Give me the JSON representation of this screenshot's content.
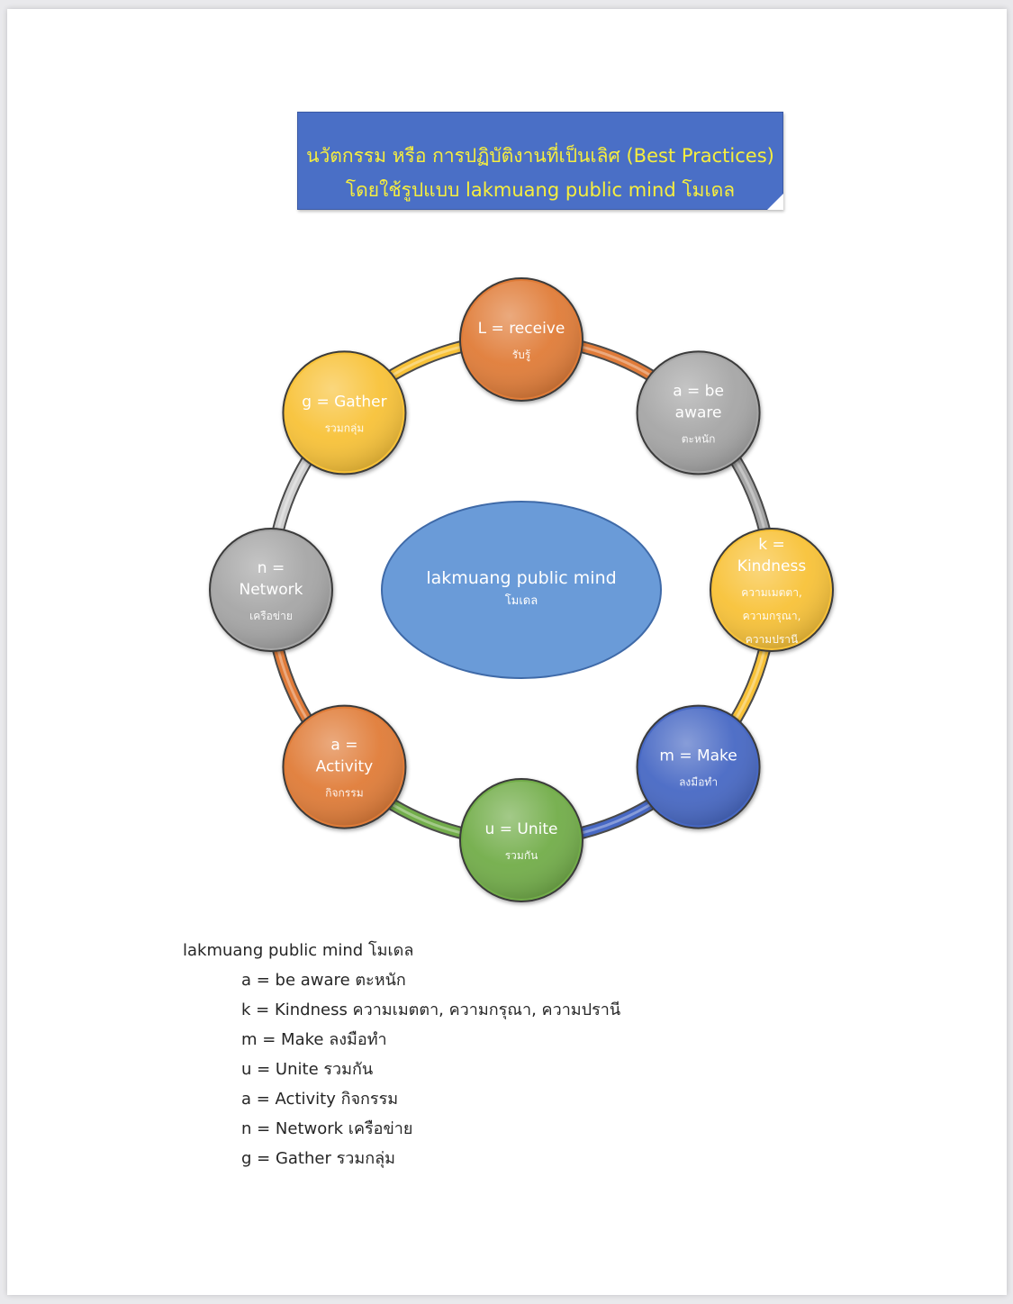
{
  "banner": {
    "line1": "นวัตกรรม หรือ การปฏิบัติงานที่เป็นเลิศ (Best Practices)",
    "line2": "โดยใช้รูปแบบ  lakmuang public mind โมเดล"
  },
  "center": {
    "title": "lakmuang public mind",
    "subtitle": "โมเดล",
    "color": "#6a9bd8"
  },
  "nodes": [
    {
      "id": "receive",
      "title_lines": [
        "L = receive"
      ],
      "sub_lines": [
        "รับรู้"
      ],
      "color": "#e07b39"
    },
    {
      "id": "aware",
      "title_lines": [
        "a = be",
        "aware"
      ],
      "sub_lines": [
        "ตะหนัก"
      ],
      "color": "#a6a6a6"
    },
    {
      "id": "kindness",
      "title_lines": [
        "k =",
        "Kindness"
      ],
      "sub_lines": [
        "ความเมตตา,",
        "ความกรุณา,",
        "ความปรานี"
      ],
      "color": "#f8c238"
    },
    {
      "id": "make",
      "title_lines": [
        "m = Make"
      ],
      "sub_lines": [
        "ลงมือทำ"
      ],
      "color": "#4768c4"
    },
    {
      "id": "unite",
      "title_lines": [
        "u = Unite"
      ],
      "sub_lines": [
        "รวมกัน"
      ],
      "color": "#72ad4a"
    },
    {
      "id": "activity",
      "title_lines": [
        "a =",
        "Activity"
      ],
      "sub_lines": [
        "กิจกรรม"
      ],
      "color": "#e07b39"
    },
    {
      "id": "network",
      "title_lines": [
        "n =",
        "Network"
      ],
      "sub_lines": [
        "เครือข่าย"
      ],
      "color": "#a6a6a6"
    },
    {
      "id": "gather",
      "title_lines": [
        "g = Gather"
      ],
      "sub_lines": [
        "รวมกลุ่ม"
      ],
      "color": "#f8c238"
    }
  ],
  "arcs": [
    {
      "from": "receive",
      "to": "aware",
      "color": "#e07b39"
    },
    {
      "from": "aware",
      "to": "kindness",
      "color": "#a6a6a6"
    },
    {
      "from": "kindness",
      "to": "make",
      "color": "#f8c238"
    },
    {
      "from": "make",
      "to": "unite",
      "color": "#4768c4"
    },
    {
      "from": "unite",
      "to": "activity",
      "color": "#72ad4a"
    },
    {
      "from": "activity",
      "to": "network",
      "color": "#e07b39"
    },
    {
      "from": "network",
      "to": "gather",
      "color": "#d0d0d0"
    },
    {
      "from": "gather",
      "to": "receive",
      "color": "#f8c238"
    }
  ],
  "legend": {
    "title": "lakmuang public mind โมเดล",
    "items": [
      "a = be aware ตะหนัก",
      "k = Kindness ความเมตตา, ความกรุณา, ความปรานี",
      "m = Make ลงมือทำ",
      "u = Unite รวมกัน",
      "a = Activity กิจกรรม",
      "n = Network เครือข่าย",
      "g = Gather รวมกลุ่ม"
    ]
  }
}
